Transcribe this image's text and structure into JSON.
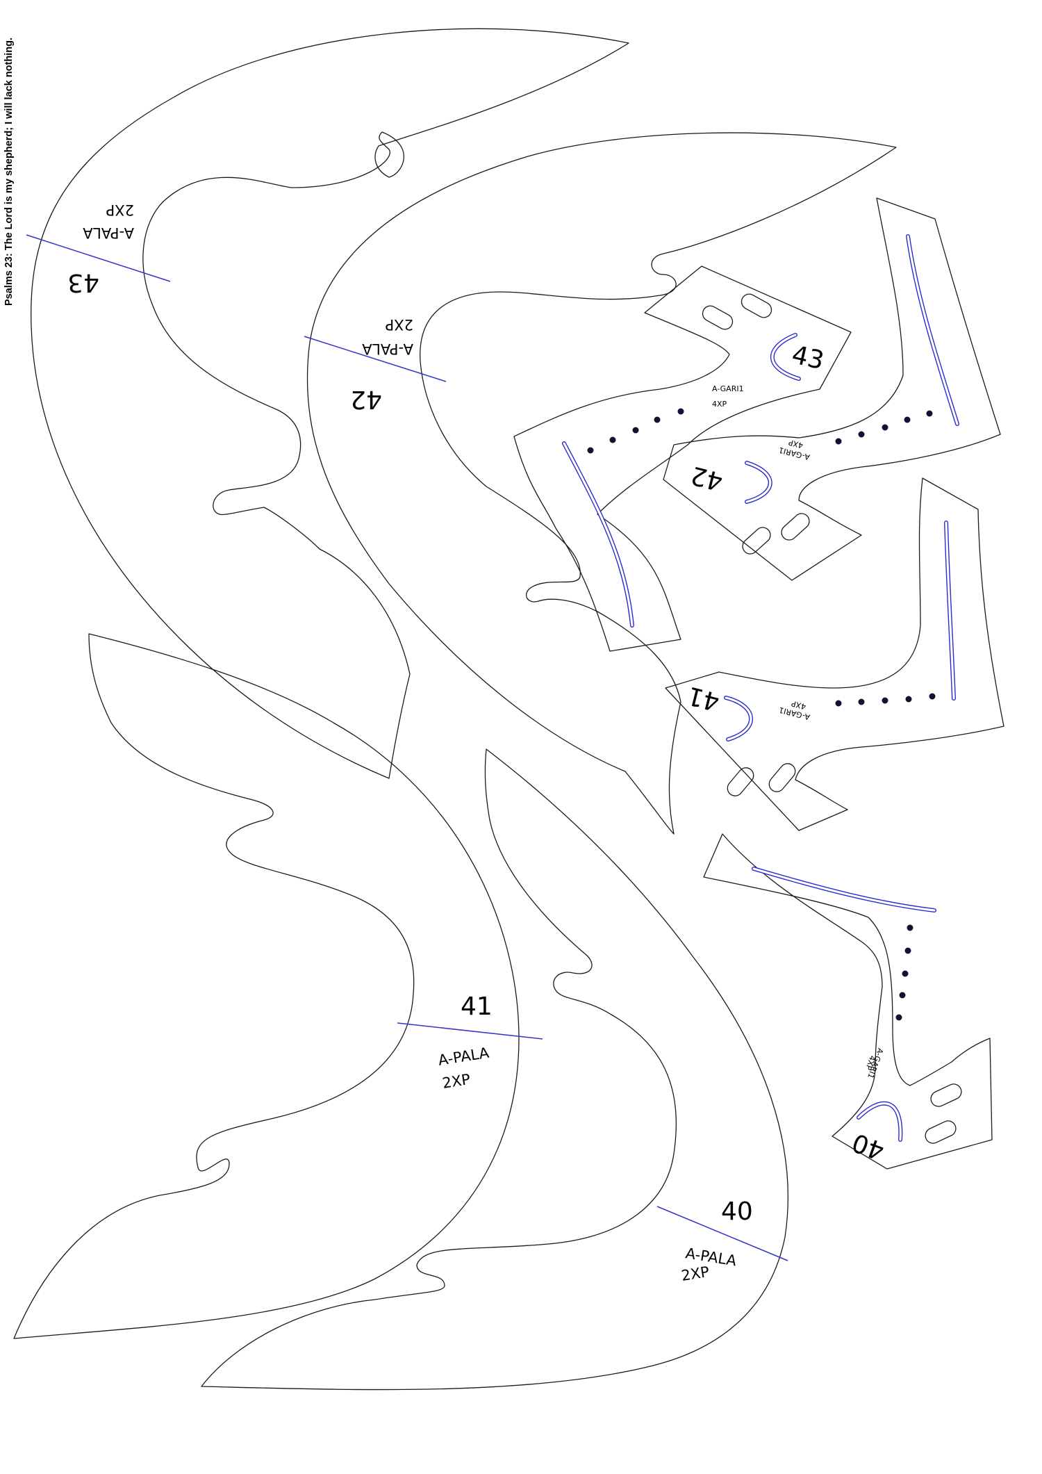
{
  "verse": "Psalms 23: The Lord is my shepherd; I will lack nothing.",
  "colors": {
    "outline": "#1a1a1a",
    "grainline": "#3333cc",
    "stitch_curve": "#2b2bd4",
    "dots": "#111133"
  },
  "pala_pieces": [
    {
      "number": "43",
      "code": "A-PALA",
      "qty": "2XP"
    },
    {
      "number": "42",
      "code": "A-PALA",
      "qty": "2XP"
    },
    {
      "number": "41",
      "code": "A-PALA",
      "qty": "2XP"
    },
    {
      "number": "40",
      "code": "A-PALA",
      "qty": "2XP"
    }
  ],
  "gari_pieces": [
    {
      "number": "43",
      "code": "A-GARI1",
      "qty": "4XP"
    },
    {
      "number": "42",
      "code": "A-GARI1",
      "qty": "4XP"
    },
    {
      "number": "41",
      "code": "A-GARI1",
      "qty": "4XP"
    },
    {
      "number": "40",
      "code": "A-GARI1",
      "qty": "4XP"
    }
  ]
}
